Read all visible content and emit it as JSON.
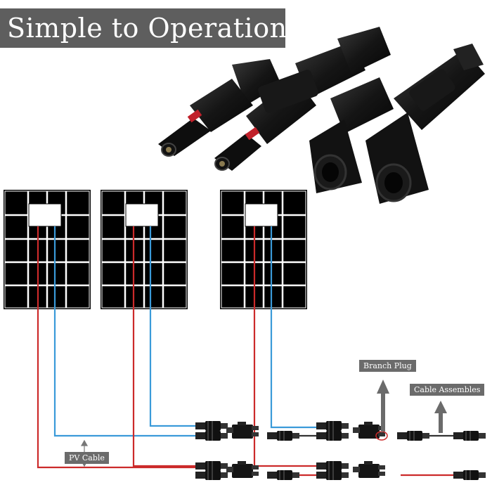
{
  "title": "Simple to Operation",
  "labels": {
    "branch_plug": "Branch Plug",
    "cable_assembles": "Cable Assembles",
    "pv_cable": "PV Cable"
  },
  "colors": {
    "title_bg": "#5e5e5e",
    "positive_wire": "#cc2a2a",
    "negative_wire": "#3a9ad9",
    "panel": "#000000",
    "label_bg": "#6b6b6b"
  }
}
